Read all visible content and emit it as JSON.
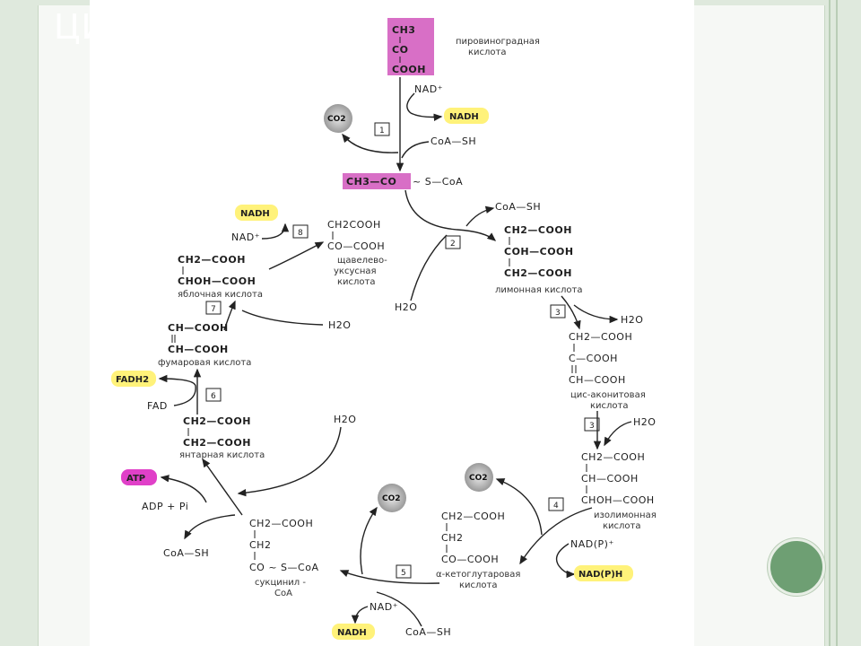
{
  "slide_title": "ЦИ",
  "pyruvate": {
    "f1": "CH3",
    "f2": "CO",
    "f3": "COOH",
    "name1": "пировиноградная",
    "name2": "кислота"
  },
  "acetyl_coa": {
    "formula": "CH3—CO",
    "tail": "~ S—CoA"
  },
  "step1": {
    "num": "1",
    "nad_plus": "NAD⁺",
    "nadh": "NADH",
    "co2": "CO2",
    "coa_sh": "CoA—SH"
  },
  "citrate": {
    "r1": "CH2—COOH",
    "r2": "COH—COOH",
    "r3": "CH2—COOH",
    "name": "лимонная кислота"
  },
  "step2": {
    "num": "2",
    "coa_sh": "CoA—SH",
    "h2o": "H2O"
  },
  "oxaloacetate": {
    "r1": "CH2COOH",
    "r2": "CO—COOH",
    "name1": "щавелево-",
    "name2": "уксусная",
    "name3": "кислота"
  },
  "step8": {
    "num": "8",
    "nadh": "NADH",
    "nad_plus": "NAD⁺"
  },
  "malate": {
    "r1": "CH2—COOH",
    "r2": "CHOH—COOH",
    "name": "яблочная кислота"
  },
  "step7": {
    "num": "7",
    "h2o": "H2O"
  },
  "fumarate": {
    "r1": "CH—COOH",
    "r2": "CH—COOH",
    "name": "фумаровая кислота"
  },
  "step6": {
    "num": "6",
    "fadh2": "FADH2",
    "fad": "FAD"
  },
  "succinate": {
    "r1": "CH2—COOH",
    "r2": "CH2—COOH",
    "name": "янтарная кислота"
  },
  "atp_step": {
    "atp": "ATP",
    "adp": "ADP + Pi",
    "h2o": "H2O",
    "coa_sh": "CoA—SH"
  },
  "succinyl_coa": {
    "r1": "CH2—COOH",
    "r2": "CH2",
    "r3": "CO ~ S—CoA",
    "name1": "сукцинил -",
    "name2": "CoA"
  },
  "step5": {
    "num": "5",
    "co2": "CO2",
    "nad_plus": "NAD⁺",
    "nadh": "NADH",
    "coa_sh": "CoA—SH"
  },
  "ketoglutarate": {
    "r1": "CH2—COOH",
    "r2": "CH2",
    "r3": "CO—COOH",
    "name1": "α-кетоглутаровая",
    "name2": "кислота"
  },
  "step4": {
    "num": "4",
    "co2": "CO2",
    "nadp_plus": "NAD(P)⁺",
    "nadph": "NAD(P)H"
  },
  "isocitrate": {
    "r1": "CH2—COOH",
    "r2": "CH—COOH",
    "r3": "CHOH—COOH",
    "name1": "изолимонная",
    "name2": "кислота"
  },
  "cis_aconitate": {
    "r1": "CH2—COOH",
    "r2": "C—COOH",
    "r3": "CH—COOH",
    "name1": "цис-аконитовая",
    "name2": "кислота"
  },
  "step3a": {
    "num": "3",
    "h2o": "H2O"
  },
  "step3b": {
    "num": "3",
    "h2o": "H2O"
  },
  "colors": {
    "yellow": "#fff27a",
    "magenta": "#e040c8",
    "pink": "#f08ad8",
    "gray": "#c9c9c9"
  }
}
